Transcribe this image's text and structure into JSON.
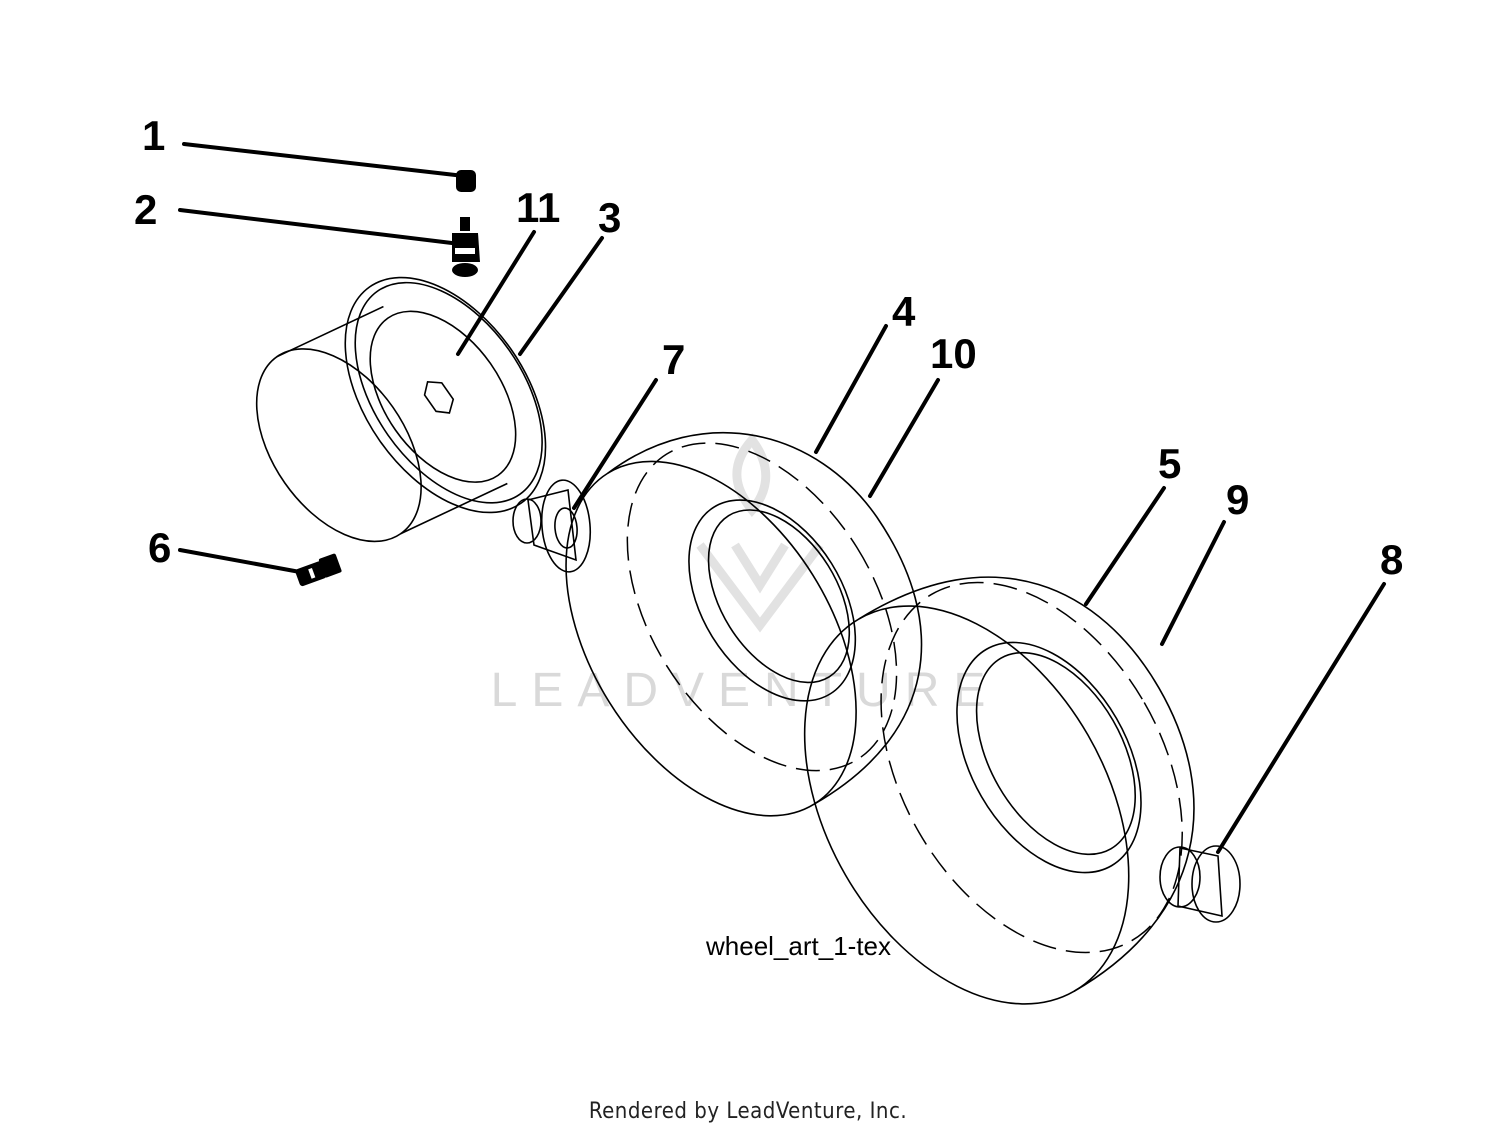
{
  "callouts": {
    "c1": "1",
    "c2": "2",
    "c3": "3",
    "c4": "4",
    "c5": "5",
    "c6": "6",
    "c7": "7",
    "c8": "8",
    "c9": "9",
    "c10": "10",
    "c11": "11"
  },
  "art_reference": "wheel_art_1-tex",
  "footer_credit": "Rendered by LeadVenture, Inc.",
  "watermark": "LEADVENTURE",
  "colors": {
    "line": "#000000",
    "background": "#ffffff",
    "watermark": "#d9d9d9"
  }
}
